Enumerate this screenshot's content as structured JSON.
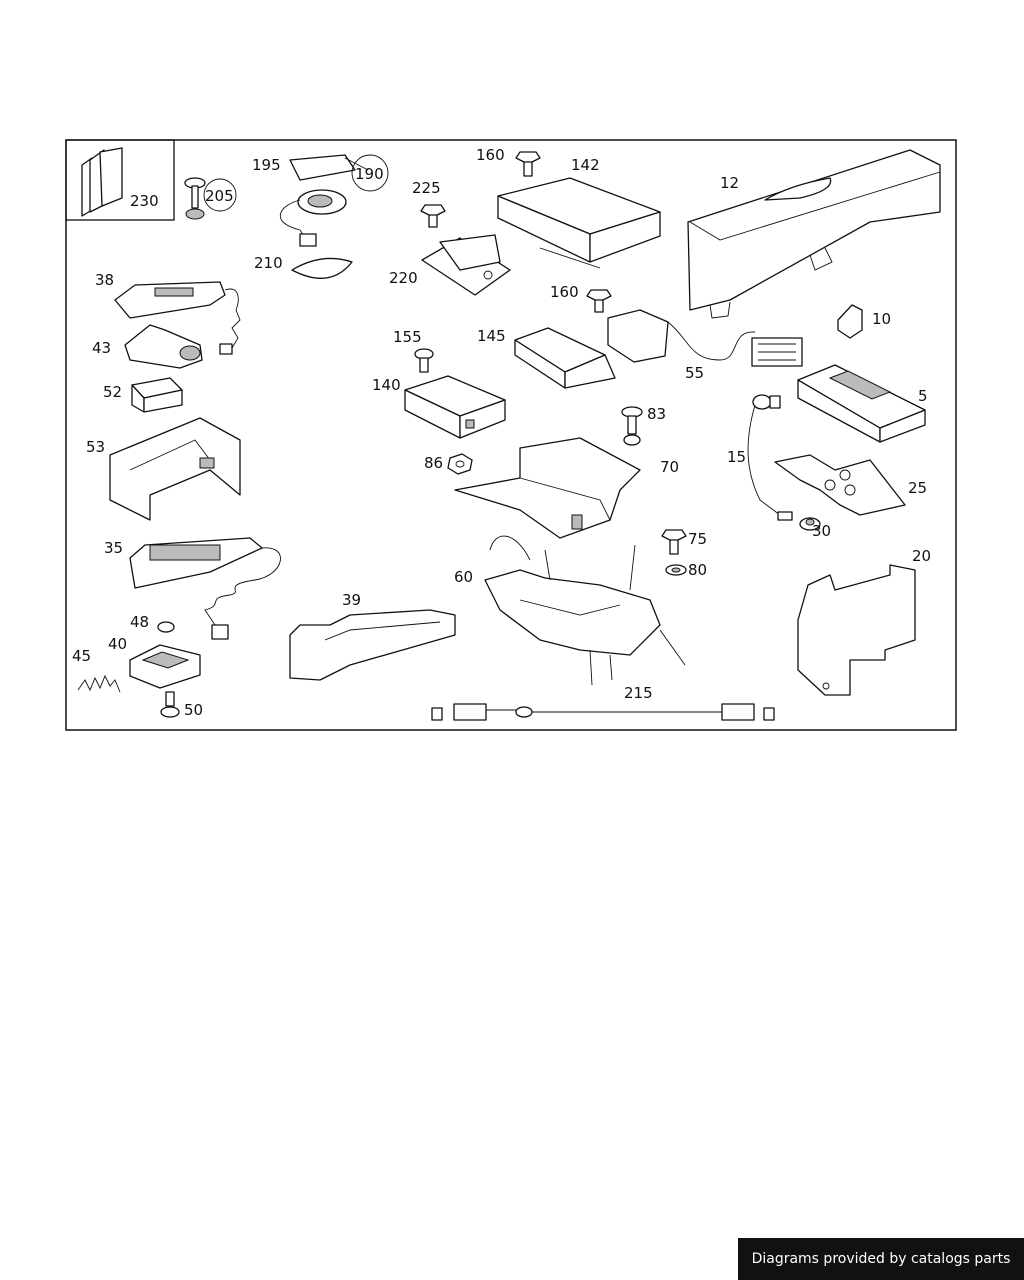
{
  "diagram": {
    "labels": [
      "230",
      "205",
      "195",
      "190",
      "210",
      "160",
      "142",
      "225",
      "220",
      "12",
      "38",
      "43",
      "52",
      "53",
      "155",
      "145",
      "140",
      "160",
      "55",
      "10",
      "5",
      "83",
      "86",
      "70",
      "15",
      "25",
      "30",
      "35",
      "75",
      "80",
      "60",
      "20",
      "39",
      "48",
      "40",
      "45",
      "50",
      "215"
    ]
  },
  "footer": {
    "credit": "Diagrams provided by catalogs parts"
  }
}
